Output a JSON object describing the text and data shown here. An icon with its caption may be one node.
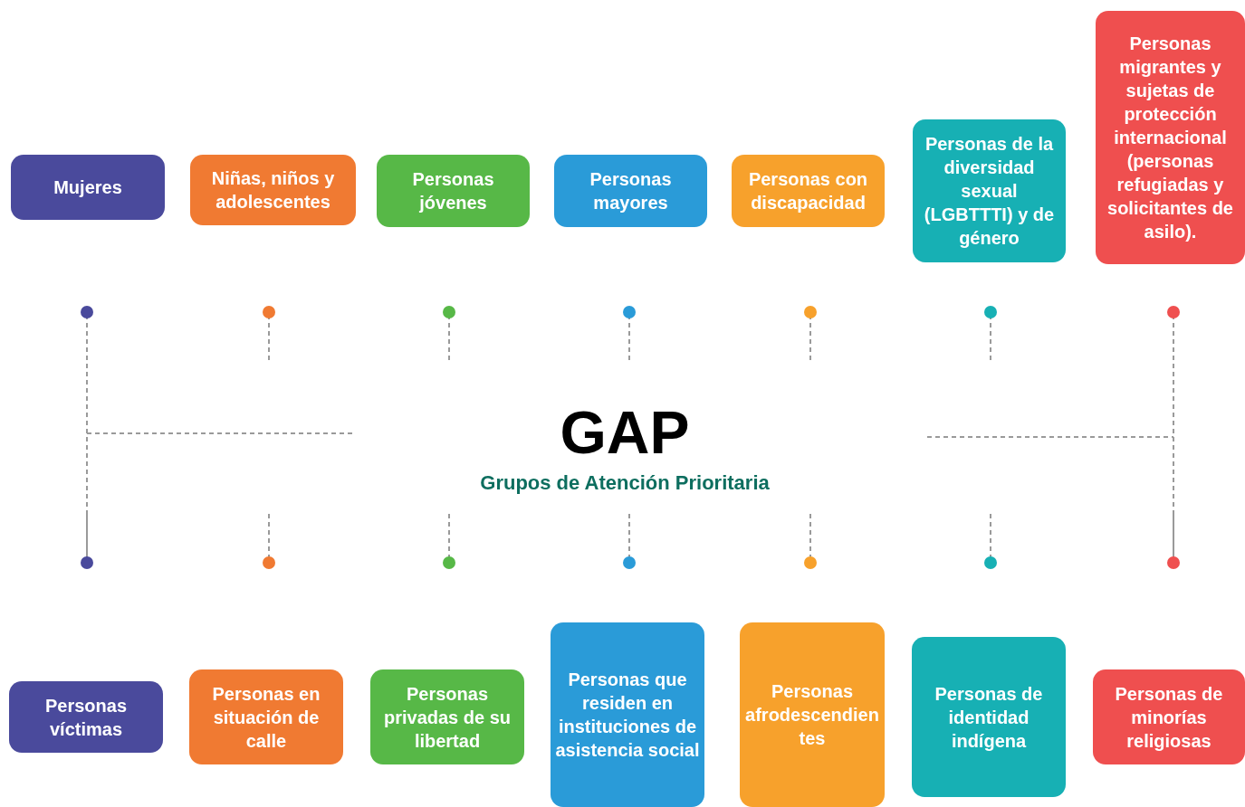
{
  "diagram": {
    "nodes": [
      {
        "text": [
          "Mujeres"
        ]
      },
      {
        "text": [
          "Niñas, niños y adolescentes"
        ]
      },
      {
        "text": [
          "Personas jóvenes"
        ]
      },
      {
        "text": [
          "Personas mayores"
        ]
      },
      {
        "text": [
          "Personas con discapacidad"
        ]
      },
      {
        "text": [
          "Personas de la diversidad sexual (LGBTTTI) y de género"
        ]
      },
      {
        "text": [
          "Personas migrantes y sujetas de protección internacional (personas refugiadas y solicitantes de asilo)."
        ]
      },
      {
        "text": [
          "Personas víctimas"
        ]
      },
      {
        "text": [
          "Personas en situación de calle"
        ]
      },
      {
        "text": [
          "Personas privadas de su libertad"
        ]
      },
      {
        "text": [
          "Personas que residen en instituciones de asistencia social"
        ]
      },
      {
        "text": [
          "Personas afrodescendientes"
        ]
      },
      {
        "text": [
          "Personas de identidad indígena"
        ]
      },
      {
        "text": [
          "Personas de minorías religiosas"
        ]
      },
      {
        "text": [
          "GAP",
          "Grupos de Atención Prioritaria"
        ]
      }
    ]
  }
}
